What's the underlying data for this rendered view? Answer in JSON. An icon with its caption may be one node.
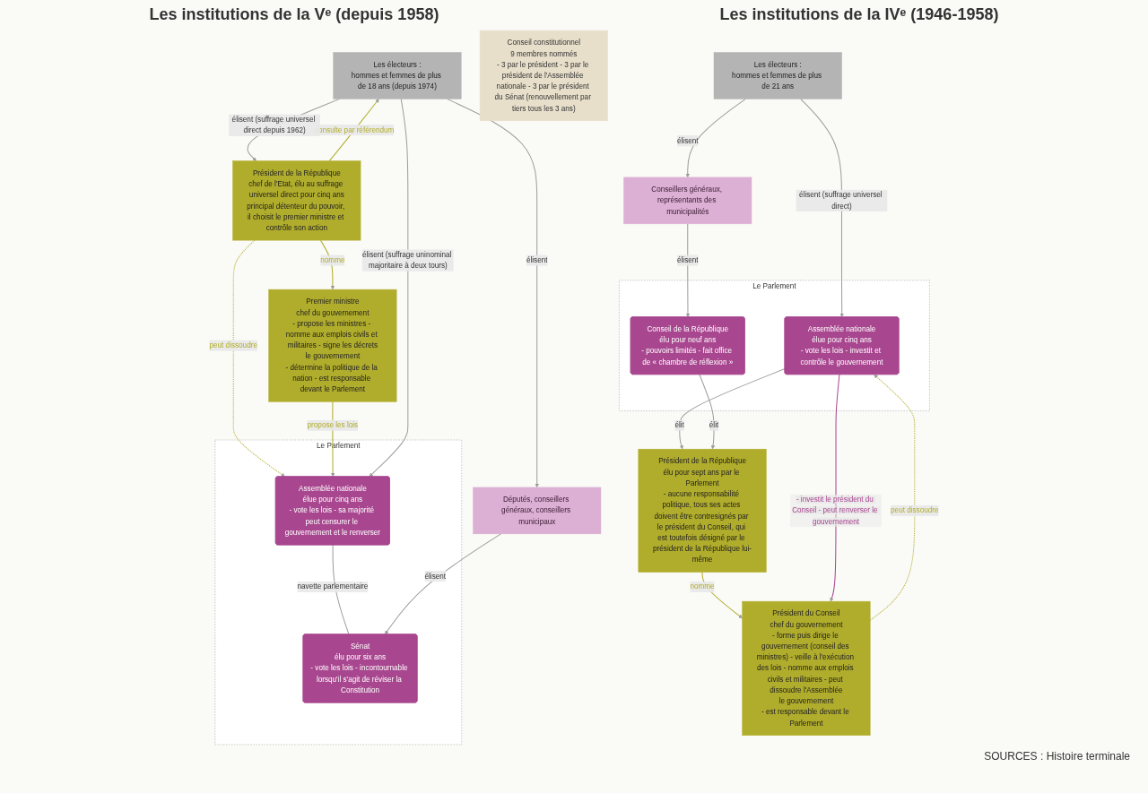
{
  "diagram": {
    "nodes": [
      {
        "text": [
          "Président de la République",
          "élu pour sept ans par le Parlement",
          "- aucune responsabilité politique, tous ses actes doivent être contresignés par le président du Conseil, qui est toutefois désigné par le président de la République lui-même"
        ]
      },
      {
        "text": [
          "Président du Conseil",
          "chef du gouvernement",
          "- forme puis dirige le gouvernement (conseil des ministres) - veille à l'exécution des lois - nomme aux emplois civils et militaires - peut dissoudre l'Assemblée",
          "le gouvernement",
          "- est responsable devant le Parlement"
        ]
      },
      {
        "text": [
          "Le Parlement"
        ]
      },
      {
        "text": [
          "Assemblée nationale",
          "élue pour cinq ans",
          "- vote les lois - investit et contrôle le gouvernement"
        ],
        "in": 2
      },
      {
        "text": [
          "Conseil de la République",
          "élu pour neuf ans",
          "- pouvoirs limités - fait office de « chambre de réflexion »"
        ],
        "in": 2
      },
      {
        "text": [
          "Conseillers généraux, représentants des municipalités"
        ]
      },
      {
        "text": [
          "Les électeurs :",
          "hommes et femmes de plus de 21 ans"
        ]
      },
      {
        "text": [
          "Président de la République",
          "chef de l'Etat, élu au suffrage universel direct pour cinq ans",
          "principal détenteur du pouvoir, il choisit le premier ministre et contrôle son action"
        ]
      },
      {
        "text": [
          "Premier ministre",
          "chef du gouvernement",
          "- propose les ministres - nomme aux emplois civils et militaires - signe les décrets",
          "le gouvernement",
          "- détermine la politique de la nation - est responsable devant le Parlement"
        ]
      },
      {
        "text": [
          "Conseil constitutionnel",
          "9 membres nommés",
          "- 3 par le président - 3 par le président de l'Assemblée nationale - 3 par le président du Sénat (renouvellement par tiers tous les 3 ans)"
        ]
      },
      {
        "text": [
          "Le Parlement"
        ]
      },
      {
        "text": [
          "Assemblée nationale",
          "élue pour cinq ans",
          "- vote les lois - sa majorité peut censurer le gouvernement et le renverser"
        ],
        "in": 10
      },
      {
        "text": [
          "Sénat",
          "élu pour six ans",
          "- vote les lois - incontournable lorsqu'il s'agit de réviser la Constitution"
        ],
        "in": 10
      },
      {
        "text": [
          "Députés, conseillers généraux, conseillers municipaux"
        ]
      },
      {
        "text": [
          "Les électeurs :",
          "hommes et femmes de plus de 18 ans (depuis 1974)"
        ]
      }
    ],
    "edges": [
      {
        "from": 0,
        "to": 1,
        "arrow": "to",
        "label": "nomme",
        "color": "#b1ad2c"
      },
      {
        "from": 3,
        "to": 0,
        "arrow": "to",
        "label": "élit"
      },
      {
        "from": 4,
        "to": 0,
        "arrow": "to",
        "label": "élit"
      },
      {
        "from": 1,
        "to": 3,
        "arrow": "to",
        "label": "peut dissoudre",
        "style": "dashed",
        "color": "#b1ad2c"
      },
      {
        "from": 3,
        "to": 1,
        "arrow": "to",
        "label": "- investit le président du Conseil - peut renverser le gouvernement",
        "color": "#a8468f"
      },
      {
        "from": 6,
        "to": 3,
        "arrow": "to",
        "label": "élisent (suffrage universel direct)"
      },
      {
        "from": 6,
        "to": 5,
        "arrow": "to",
        "label": "élisent"
      },
      {
        "from": 5,
        "to": 4,
        "arrow": "to",
        "label": "élisent"
      },
      {
        "from": 7,
        "to": 8,
        "arrow": "to",
        "label": "nomme",
        "color": "#b1ad2c"
      },
      {
        "from": 7,
        "to": 11,
        "arrow": "to",
        "label": "peut dissoudre",
        "style": "dashed",
        "color": "#b1ad2c"
      },
      {
        "from": 7,
        "to": 14,
        "arrow": "to",
        "label": "consulte par référendum",
        "color": "#b1ad2c"
      },
      {
        "from": 14,
        "to": 7,
        "arrow": "to",
        "label": "élisent (suffrage universel direct depuis 1962)"
      },
      {
        "from": 8,
        "to": 11,
        "arrow": "to",
        "label": "propose les lois",
        "color": "#b1ad2c"
      },
      {
        "from": 11,
        "to": 12,
        "arrow": "none",
        "label": "navette parlementaire"
      },
      {
        "from": 14,
        "to": 11,
        "arrow": "to",
        "label": "élisent (suffrage uninominal majoritaire à deux tours)"
      },
      {
        "from": 14,
        "to": 13,
        "arrow": "to",
        "label": "élisent"
      },
      {
        "from": 13,
        "to": 12,
        "arrow": "to",
        "label": "élisent"
      }
    ],
    "labels": [
      "Les institutions de la IVᵉ (1946-1958)",
      "Les institutions de la Vᵉ (depuis 1958)",
      "SOURCES : Histoire terminale"
    ]
  }
}
